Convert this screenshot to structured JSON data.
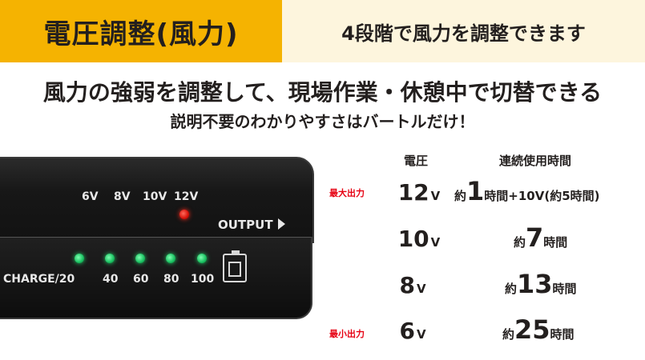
{
  "header": {
    "title": "電圧調整(風力)",
    "subtitle": "4段階で風力を調整できます"
  },
  "headline": "風力の強弱を調整して、現場作業・休憩中で切替できる",
  "subheadline": "説明不要のわかりやすさはバートルだけ！",
  "device": {
    "voltage_labels": [
      "6V",
      "8V",
      "10V",
      "12V"
    ],
    "output_label": "OUTPUT",
    "charge_labels": [
      "CHARGE/20",
      "40",
      "60",
      "80",
      "100"
    ]
  },
  "table": {
    "col_voltage": "電圧",
    "col_duration": "連続使用時間",
    "rows": [
      {
        "tag": "最大出力",
        "volt": "12",
        "unit": "V",
        "pre": "約",
        "num": "1",
        "post": "時間+10V(約5時間)"
      },
      {
        "tag": "",
        "volt": "10",
        "unit": "V",
        "pre": "約",
        "num": "7",
        "post": "時間"
      },
      {
        "tag": "",
        "volt": "8",
        "unit": "V",
        "pre": "約",
        "num": "13",
        "post": "時間"
      },
      {
        "tag": "最小出力",
        "volt": "6",
        "unit": "V",
        "pre": "約",
        "num": "25",
        "post": "時間"
      }
    ]
  },
  "colors": {
    "yellow": "#f5b301",
    "cream": "#fdf5dd",
    "red": "#e60012",
    "led_green": "#19c060",
    "led_red": "#d8120a"
  }
}
